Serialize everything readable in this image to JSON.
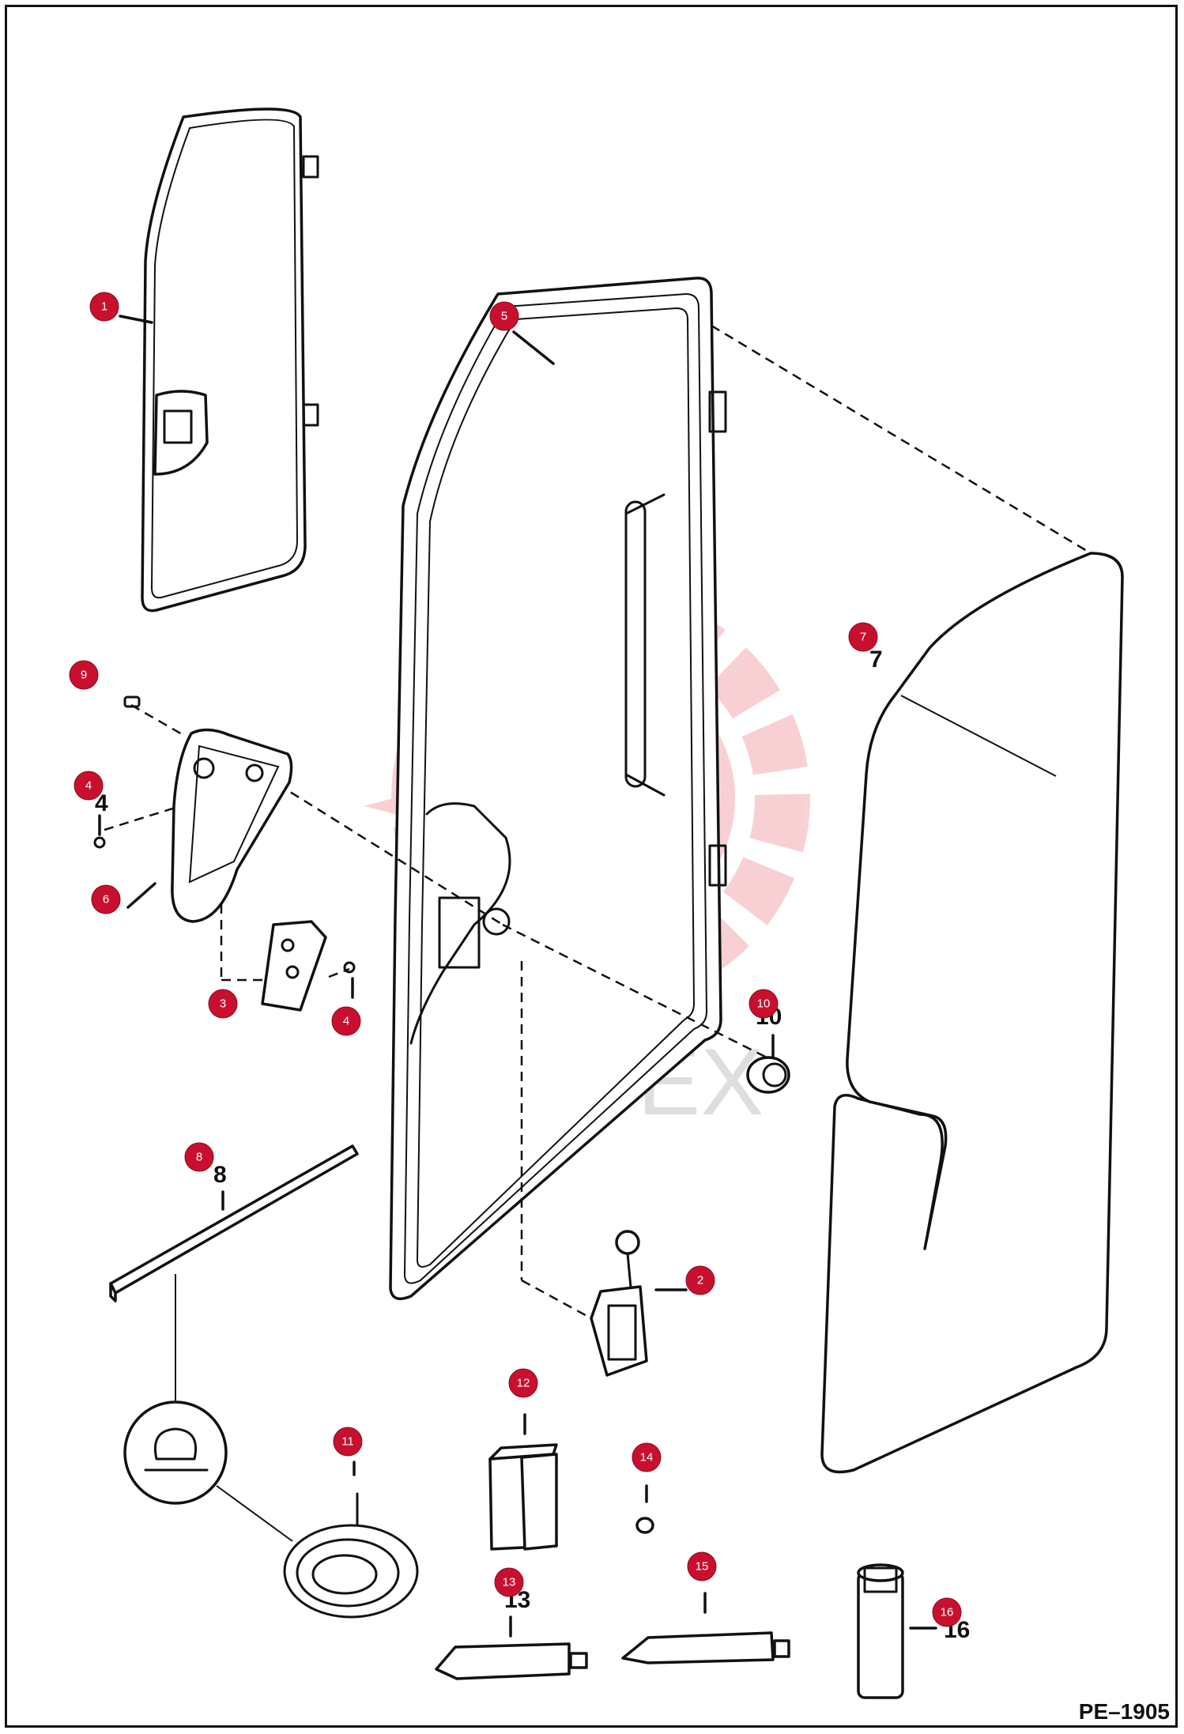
{
  "diagram": {
    "drawing_code": "PE–1905",
    "watermark_text": "ИНТЕХ",
    "accent_color": "#c8102e",
    "callouts": [
      {
        "n": "1",
        "label": "1"
      },
      {
        "n": "2",
        "label": "2"
      },
      {
        "n": "3",
        "label": "3"
      },
      {
        "n": "4",
        "label": "4"
      },
      {
        "n": "4b",
        "label": "4"
      },
      {
        "n": "5",
        "label": "5"
      },
      {
        "n": "6",
        "label": "6"
      },
      {
        "n": "7",
        "label": "7"
      },
      {
        "n": "8",
        "label": "8"
      },
      {
        "n": "9",
        "label": "9"
      },
      {
        "n": "10",
        "label": "10"
      },
      {
        "n": "11",
        "label": "11"
      },
      {
        "n": "12",
        "label": "12"
      },
      {
        "n": "13",
        "label": "13"
      },
      {
        "n": "14",
        "label": "14"
      },
      {
        "n": "15",
        "label": "15"
      },
      {
        "n": "16",
        "label": "16"
      }
    ]
  }
}
